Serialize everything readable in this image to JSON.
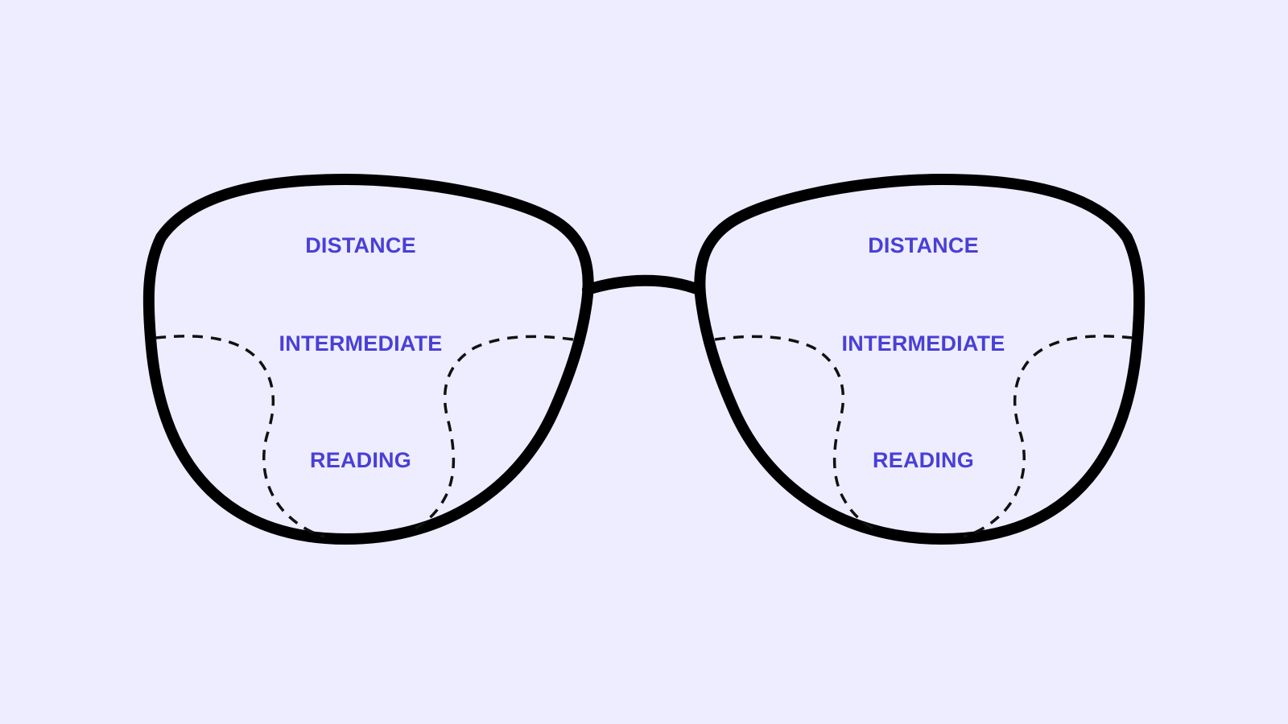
{
  "colors": {
    "background": "#ededff",
    "frame": "#000000",
    "label": "#4a3fd6"
  },
  "lenses": {
    "left": {
      "distance": "DISTANCE",
      "intermediate": "INTERMEDIATE",
      "reading": "READING"
    },
    "right": {
      "distance": "DISTANCE",
      "intermediate": "INTERMEDIATE",
      "reading": "READING"
    }
  }
}
